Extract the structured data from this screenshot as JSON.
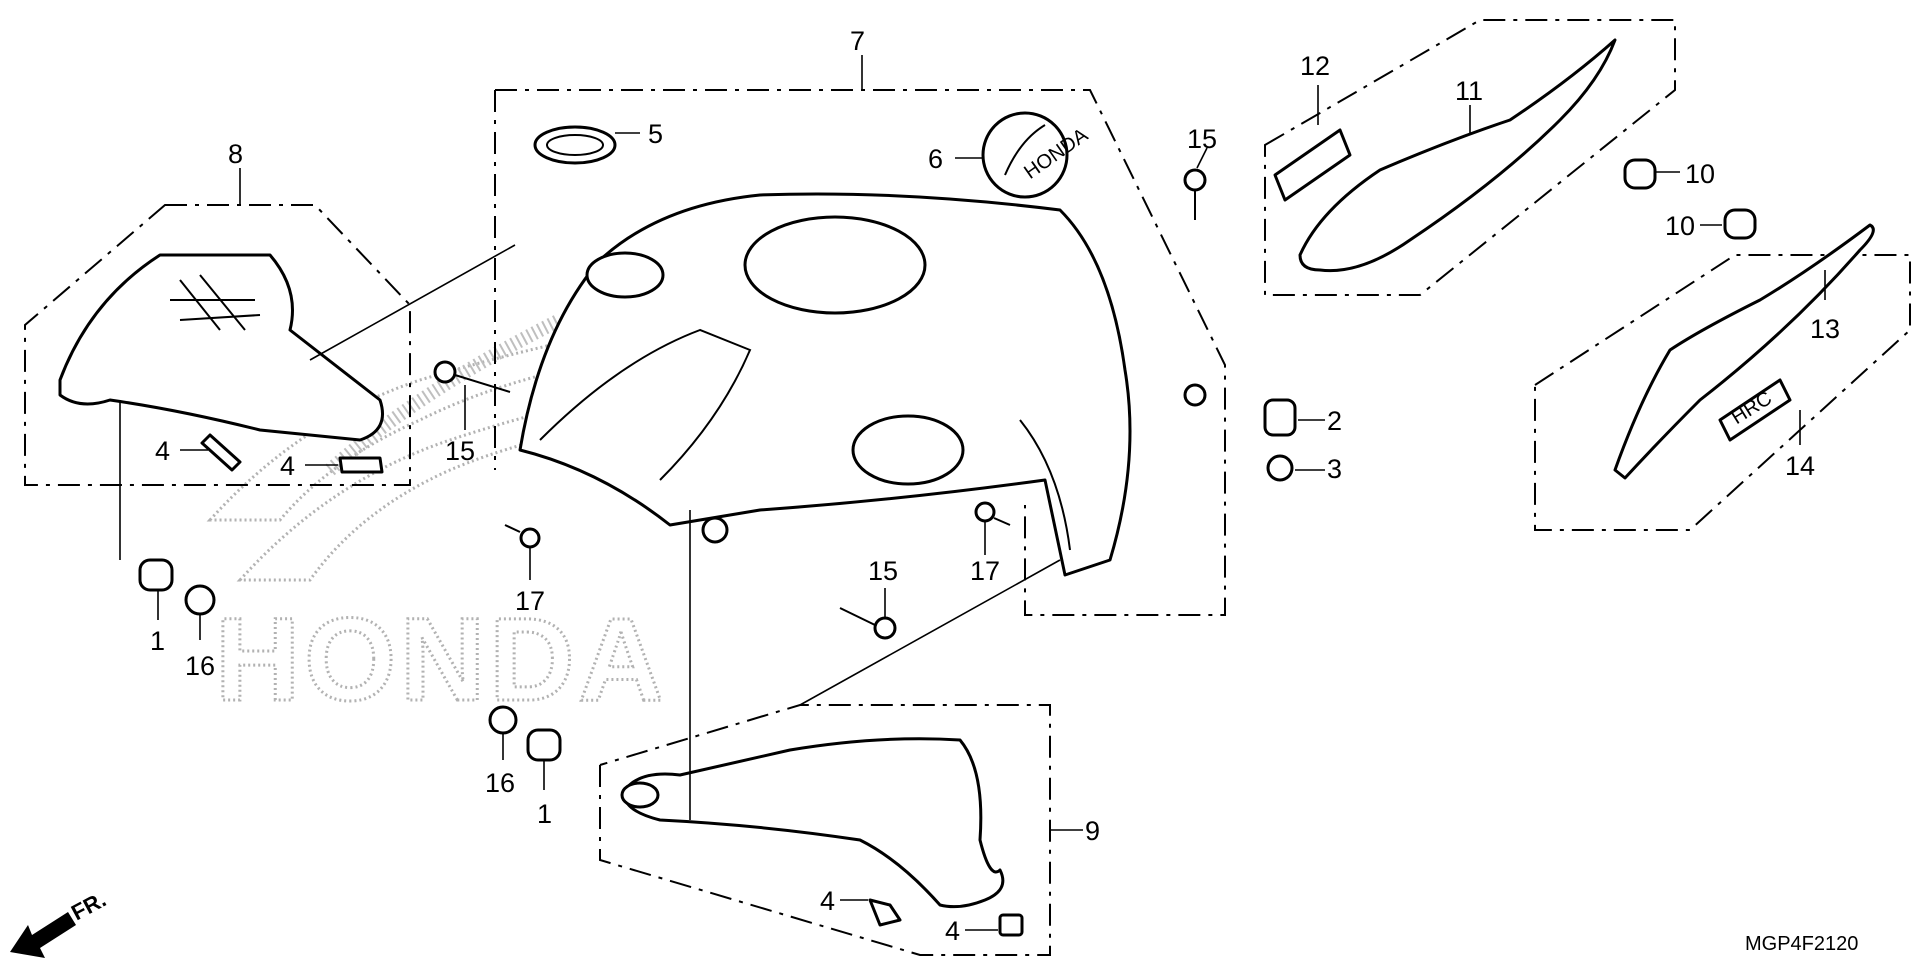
{
  "diagram_code": "MGP4F2120",
  "direction_label": "FR.",
  "callouts": {
    "c1a": "1",
    "c1b": "1",
    "c2": "2",
    "c3": "3",
    "c4a": "4",
    "c4b": "4",
    "c4c": "4",
    "c4d": "4",
    "c5": "5",
    "c6": "6",
    "c7": "7",
    "c8": "8",
    "c9": "9",
    "c10a": "10",
    "c10b": "10",
    "c11": "11",
    "c12": "12",
    "c13": "13",
    "c14": "14",
    "c15a": "15",
    "c15b": "15",
    "c15c": "15",
    "c16a": "16",
    "c16b": "16",
    "c17a": "17",
    "c17b": "17"
  },
  "logo": {
    "icon": "honda-wing-watermark-icon",
    "wordmark": "HONDA",
    "cap_lettering": "HONDA",
    "decal_lettering": "HRC"
  }
}
